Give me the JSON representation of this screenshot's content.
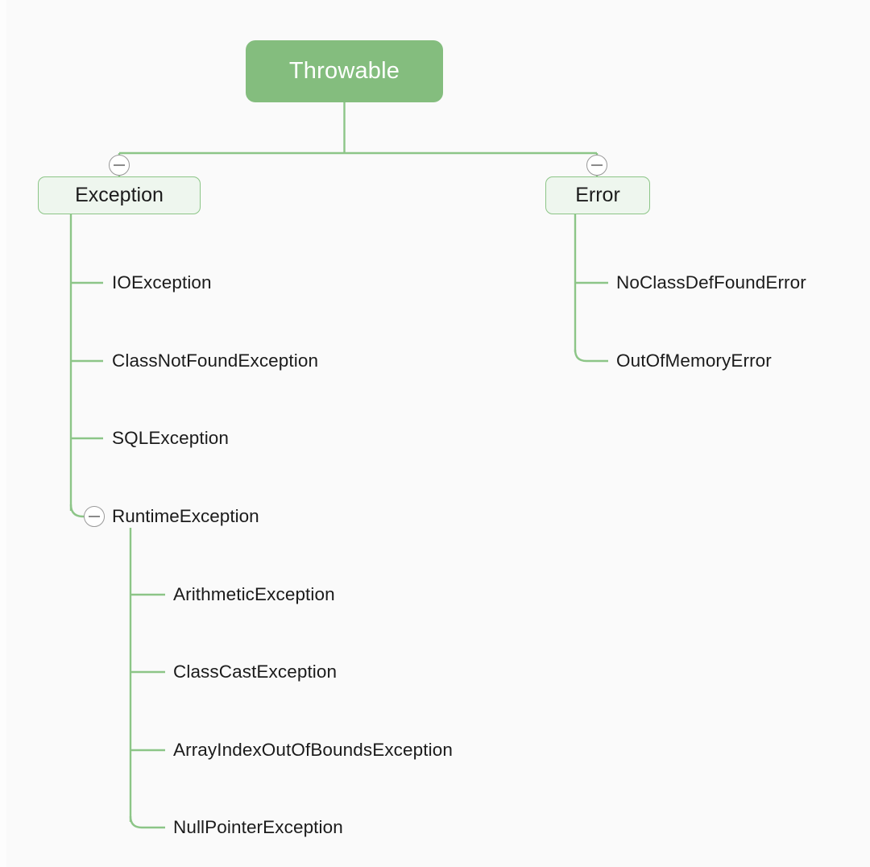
{
  "diagram": {
    "title": "Throwable",
    "type": "class-hierarchy-tree",
    "background_color": "#fafafa",
    "line_color": "#8cc587",
    "root_fill": "#84bd7e",
    "root_text_color": "#ffffff",
    "branch_fill": "#eef6ee",
    "branch_border": "#8cc587",
    "label_color": "#1b1b1b",
    "toggle_icon": "minus-circle-icon"
  },
  "root": {
    "label": "Throwable"
  },
  "branches": [
    {
      "label": "Exception",
      "toggle_state": "expanded",
      "children": [
        {
          "label": "IOException"
        },
        {
          "label": "ClassNotFoundException"
        },
        {
          "label": "SQLException"
        },
        {
          "label": "RuntimeException",
          "toggle_state": "expanded",
          "children": [
            {
              "label": "ArithmeticException"
            },
            {
              "label": "ClassCastException"
            },
            {
              "label": "ArrayIndexOutOfBoundsException"
            },
            {
              "label": "NullPointerException"
            }
          ]
        }
      ]
    },
    {
      "label": "Error",
      "toggle_state": "expanded",
      "children": [
        {
          "label": "NoClassDefFoundError"
        },
        {
          "label": "OutOfMemoryError"
        }
      ]
    }
  ]
}
